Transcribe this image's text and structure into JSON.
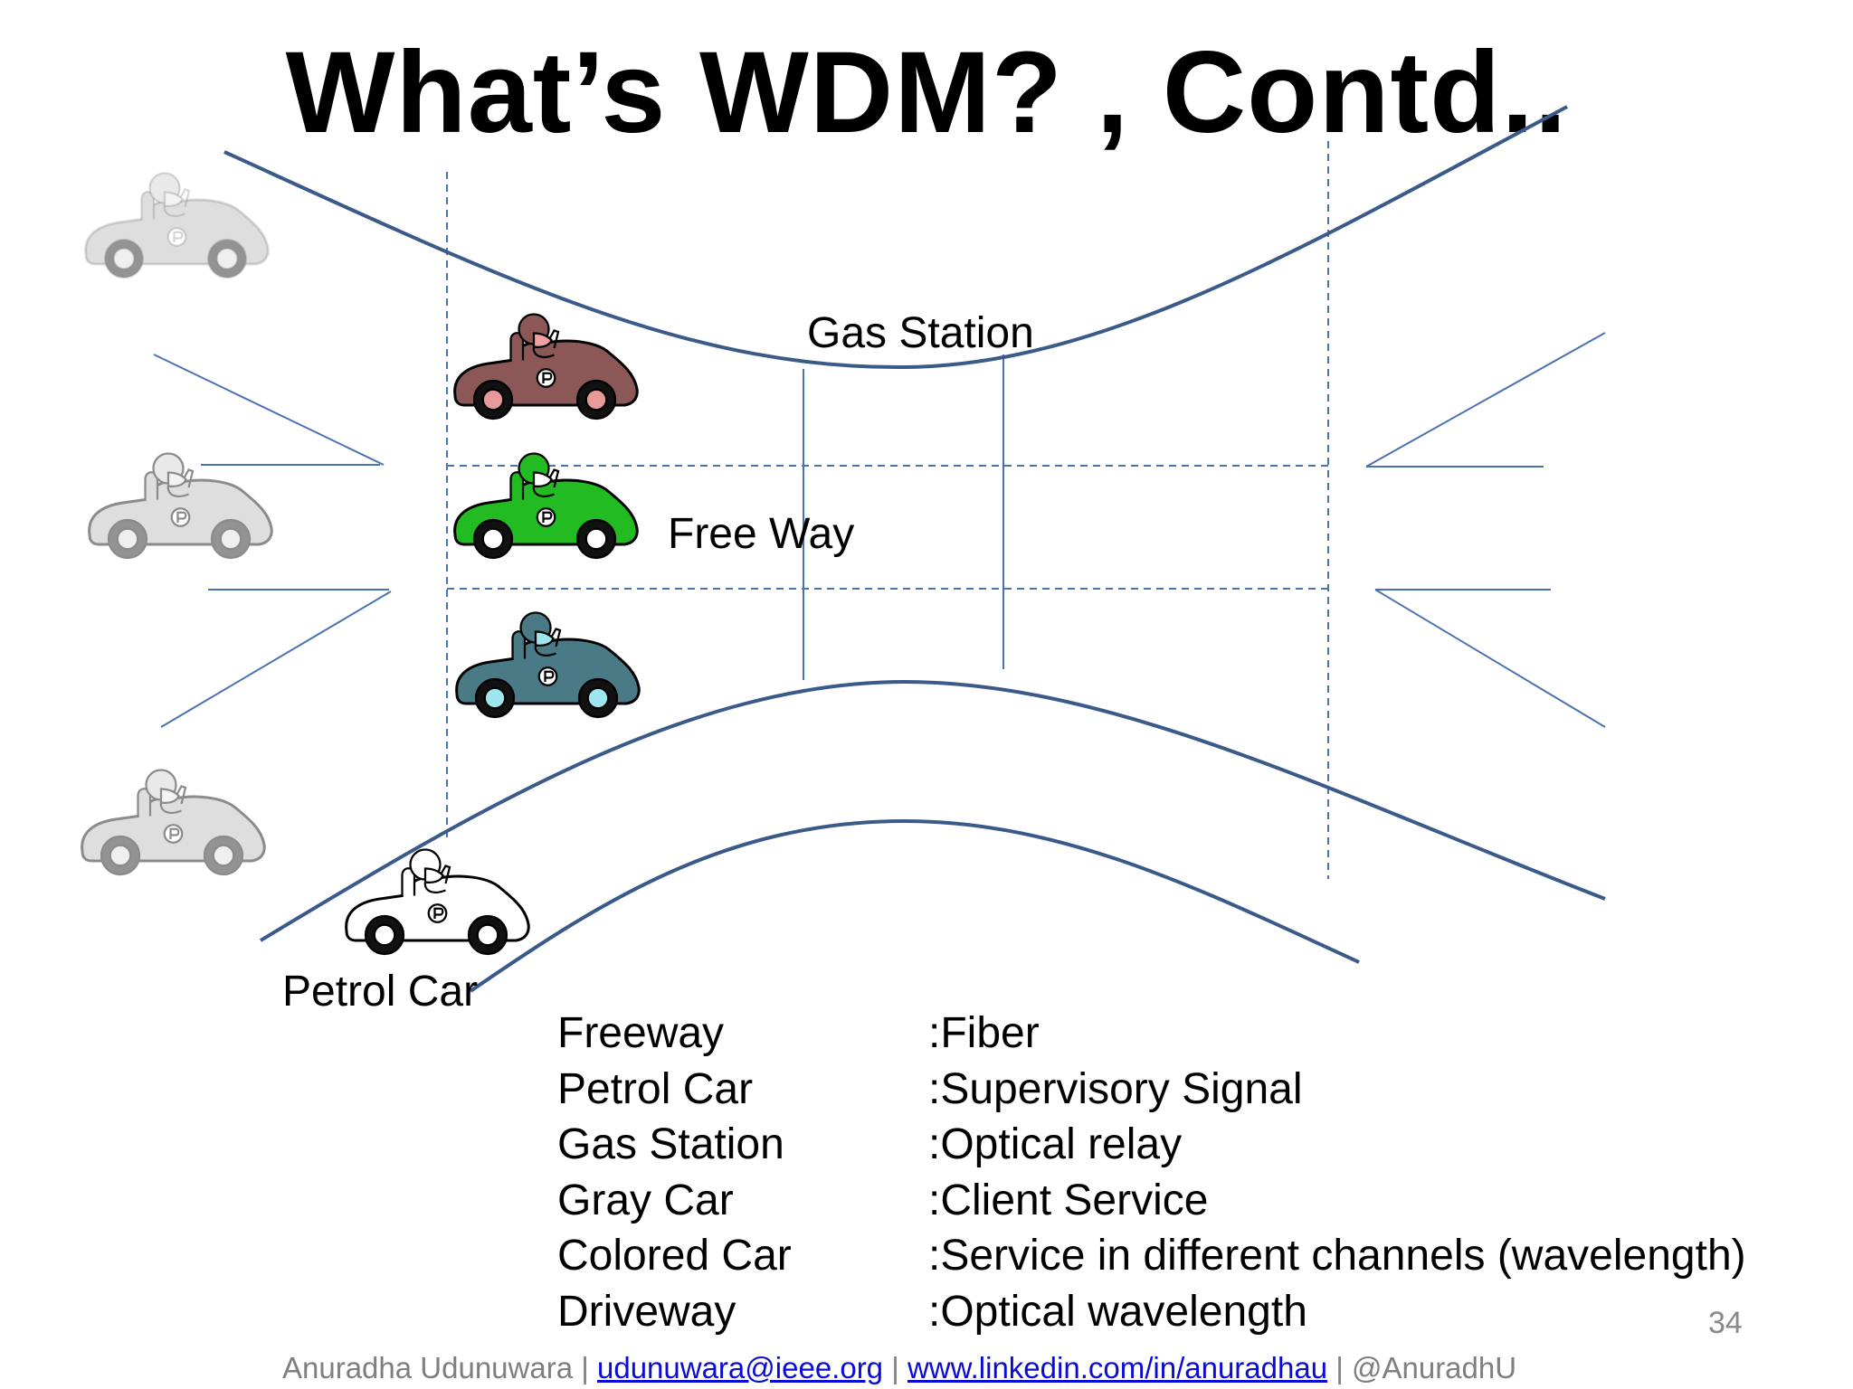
{
  "slide": {
    "title": "What’s WDM? , Contd..",
    "page_number": "34"
  },
  "diagram": {
    "labels": {
      "gas_station": "Gas Station",
      "free_way": "Free Way",
      "petrol_car": "Petrol Car"
    },
    "colors": {
      "road": "#3a5a8a",
      "guide": "#4a72b0",
      "car_maroon": "#8b5757",
      "car_green": "#22bb22",
      "car_teal": "#4a7a86",
      "car_gray": "#b8b8b8",
      "car_white": "#ffffff"
    }
  },
  "legend": [
    {
      "term": "Freeway",
      "meaning": "Fiber"
    },
    {
      "term": "Petrol Car",
      "meaning": "Supervisory Signal"
    },
    {
      "term": "Gas Station",
      "meaning": "Optical relay"
    },
    {
      "term": "Gray Car",
      "meaning": "Client Service"
    },
    {
      "term": "Colored Car",
      "meaning": "Service in different channels (wavelength)"
    },
    {
      "term": "Driveway",
      "meaning": "Optical wavelength"
    }
  ],
  "footer": {
    "author": "Anuradha Udunuwara |",
    "email": "udunuwara@ieee.org",
    "sep": "|",
    "linkedin": "www.linkedin.com/in/anuradhau",
    "twitter": "| @AnuradhU"
  }
}
